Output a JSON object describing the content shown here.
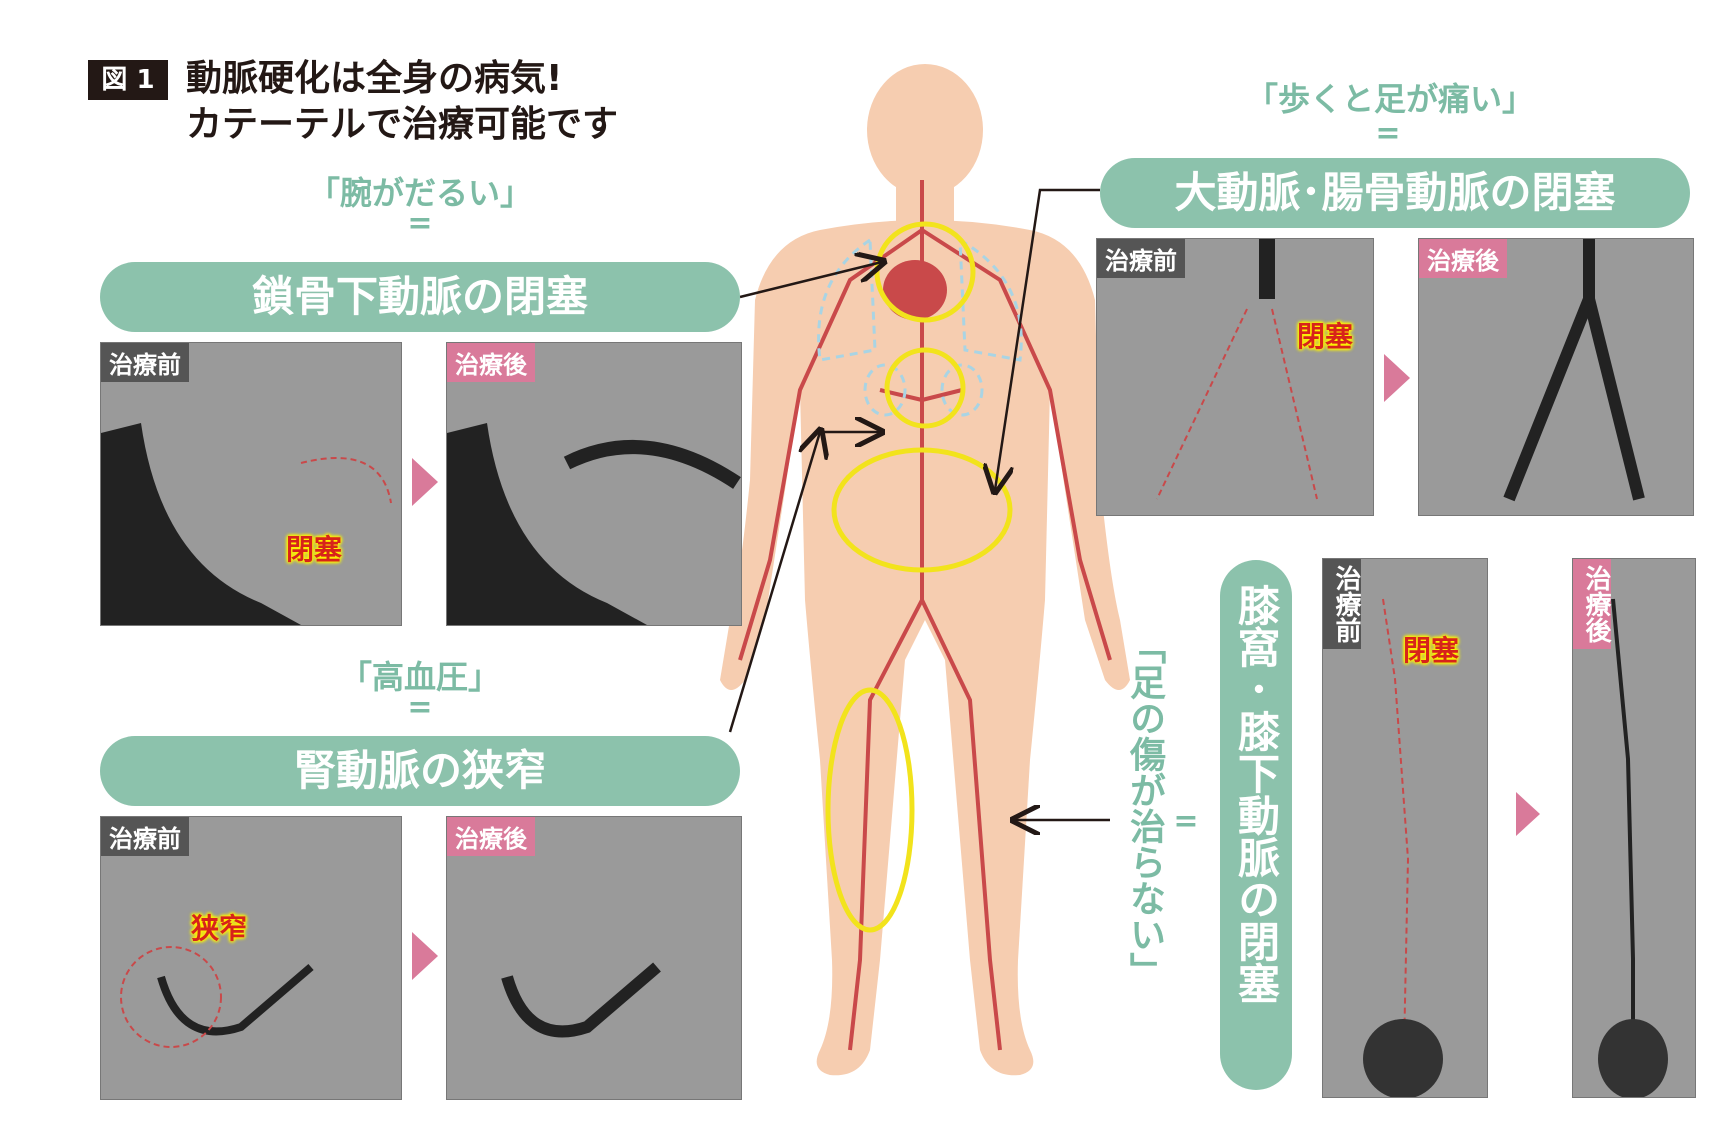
{
  "header": {
    "figure_tag": "図 1",
    "title_line1": "動脈硬化は全身の病気!",
    "title_line2": "カテーテルで治療可能です"
  },
  "labels": {
    "before": "治療前",
    "after": "治療後",
    "occlusion": "閉塞",
    "stenosis": "狭窄",
    "equals": "="
  },
  "arm": {
    "symptom": "「腕がだるい」",
    "condition": "鎖骨下動脈の閉塞"
  },
  "kidney": {
    "symptom": "「高血圧」",
    "condition": "腎動脈の狭窄"
  },
  "pelvis": {
    "symptom": "「歩くと足が痛い」",
    "condition": "大動脈･腸骨動脈の閉塞"
  },
  "leg": {
    "symptom": "「足の傷が治らない」",
    "condition": "膝窩･膝下動脈の閉塞"
  },
  "colors": {
    "pill": "#8cc2ac",
    "quote_text": "#7cbba4",
    "after_tag": "#d97a9a",
    "before_tag": "#555555",
    "highlight_ring": "#f2e31c",
    "artery": "#c9494a",
    "skin": "#f6cdb0"
  }
}
